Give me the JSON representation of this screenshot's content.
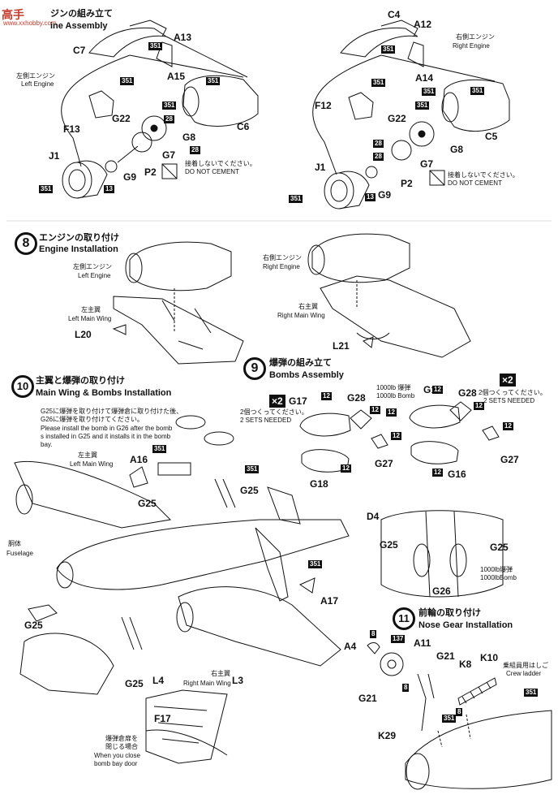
{
  "watermark": {
    "mark": "高手",
    "site": "www.xxhobby.com"
  },
  "step7": {
    "title_jp": "ジンの組み立て",
    "title_en": "ine Assembly",
    "left": {
      "labels": [
        "C7",
        "A13",
        "A15",
        "F13",
        "G22",
        "G8",
        "C6",
        "J1",
        "G9",
        "P2",
        "G7"
      ],
      "engine_jp": "左側エンジン",
      "engine_en": "Left Engine",
      "note_jp": "接着しないでください。",
      "note_en": "DO NOT CEMENT",
      "paint": [
        "351",
        "351",
        "351",
        "351",
        "351",
        "13",
        "28",
        "28"
      ]
    },
    "right": {
      "labels": [
        "C4",
        "A12",
        "A14",
        "F12",
        "G22",
        "G8",
        "C5",
        "J1",
        "G9",
        "P2",
        "G7"
      ],
      "engine_jp": "右側エンジン",
      "engine_en": "Right Engine",
      "note_jp": "接着しないでください。",
      "note_en": "DO NOT CEMENT",
      "paint": [
        "351",
        "351",
        "351",
        "351",
        "351",
        "351",
        "13",
        "28",
        "28"
      ]
    }
  },
  "step8": {
    "num": "8",
    "title_jp": "エンジンの取り付け",
    "title_en": "Engine Installation",
    "left_engine_jp": "左側エンジン",
    "left_engine_en": "Left Engine",
    "left_wing_jp": "左主翼",
    "left_wing_en": "Left Main Wing",
    "left_part": "L20",
    "right_engine_jp": "右側エンジン",
    "right_engine_en": "Right Engine",
    "right_wing_jp": "右主翼",
    "right_wing_en": "Right Main Wing",
    "right_part": "L21"
  },
  "step9": {
    "num": "9",
    "title_jp": "爆弾の組み立て",
    "title_en": "Bombs Assembly",
    "qty": "×2",
    "sets_jp": "2個つくってください。",
    "sets_en": "2 SETS NEEDED",
    "bomb_jp": "1000lb 爆弾",
    "bomb_en": "1000lb Bomb",
    "labels_left": [
      "G17",
      "G28",
      "G27",
      "G18"
    ],
    "labels_right": [
      "G15",
      "G28",
      "G27",
      "G16"
    ],
    "paint": "12"
  },
  "step10": {
    "num": "10",
    "title_jp": "主翼と爆弾の取り付け",
    "title_en": "Main Wing & Bombs Installation",
    "note_jp1": "G25に爆弾を取り付けて爆弾倉に取り付けた後、",
    "note_jp2": "G26に爆弾を取り付けてください。",
    "note_en1": "Please install the bomb in G26 after the bomb",
    "note_en2": "s installed in G25 and it installs it in the bomb",
    "note_en3": "bay.",
    "left_wing_jp": "左主翼",
    "left_wing_en": "Left Main Wing",
    "fuselage_jp": "胴体",
    "fuselage_en": "Fuselage",
    "right_wing_jp": "右主翼",
    "right_wing_en": "Right Main Wing",
    "labels": [
      "A16",
      "G25",
      "G25",
      "A17",
      "G25",
      "G25",
      "L4",
      "L3",
      "F17"
    ],
    "door_jp1": "爆弾倉扉を",
    "door_jp2": "閉じる場合",
    "door_en1": "When you close",
    "door_en2": "bomb bay door",
    "paint": [
      "351",
      "351",
      "351"
    ],
    "detail": {
      "label_d4": "D4",
      "g25a": "G25",
      "g25b": "G25",
      "g26": "G26",
      "bomb_jp": "1000lb爆弾",
      "bomb_en": "1000lbBomb"
    }
  },
  "step11": {
    "num": "11",
    "title_jp": "前輪の取り付け",
    "title_en": "Nose Gear Installation",
    "labels": [
      "A4",
      "A11",
      "G21",
      "K8",
      "K10",
      "G21",
      "K29"
    ],
    "ladder_jp": "乗組員用はしご",
    "ladder_en": "Crew ladder",
    "paint": [
      "8",
      "137",
      "8",
      "8",
      "351",
      "351"
    ]
  }
}
